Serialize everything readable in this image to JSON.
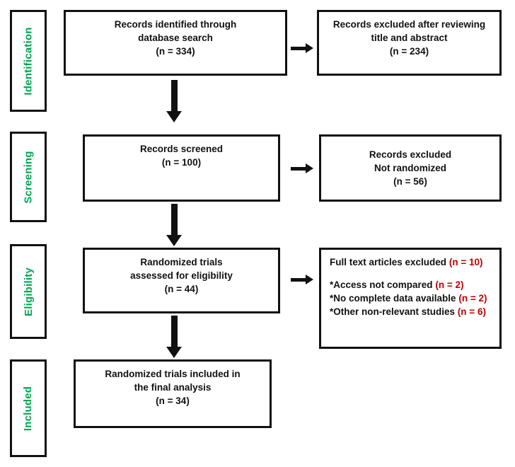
{
  "diagram": {
    "type": "prisma-flow-diagram",
    "accent_colors": {
      "stage_label_green": "#00A651",
      "count_red": "#C00000",
      "box_border_black": "#111111",
      "background_white": "#FFFFFF"
    },
    "stages": [
      {
        "id": "identification",
        "label": "Identification"
      },
      {
        "id": "screening",
        "label": "Screening"
      },
      {
        "id": "eligibility",
        "label": "Eligibility"
      },
      {
        "id": "included",
        "label": "Included"
      }
    ],
    "boxes": {
      "identified": {
        "line1": "Records identified through",
        "line2": "database search",
        "count": "(n = 334)"
      },
      "excluded_title_abstract": {
        "line1": "Records excluded after reviewing",
        "line2": "title and abstract",
        "count": "(n = 234)"
      },
      "screened": {
        "line1": "Records screened",
        "count": "(n = 100)"
      },
      "excluded_not_randomized": {
        "line1": "Records excluded",
        "line2": "Not randomized",
        "count": "(n = 56)"
      },
      "assessed_eligibility": {
        "line1": "Randomized trials",
        "line2": "assessed for eligibility",
        "count": "(n = 44)"
      },
      "full_text_excluded": {
        "heading": "Full text articles excluded",
        "heading_count": "(n = 10)",
        "reasons": [
          {
            "text": "*Access not compared",
            "count": "(n = 2)"
          },
          {
            "text": "*No complete data available",
            "count": "(n = 2)"
          },
          {
            "text": "*Other non-relevant studies",
            "count": "(n = 6)"
          }
        ]
      },
      "included_final": {
        "line1": "Randomized trials included in",
        "line2": "the final analysis",
        "count": "(n = 34)"
      }
    },
    "arrows": {
      "id_to_excluded": "arrow-right",
      "id_to_screened": "arrow-down",
      "screened_to_excluded": "arrow-right",
      "screened_to_eligibility": "arrow-down",
      "eligibility_to_excluded": "arrow-right",
      "eligibility_to_included": "arrow-down"
    }
  }
}
